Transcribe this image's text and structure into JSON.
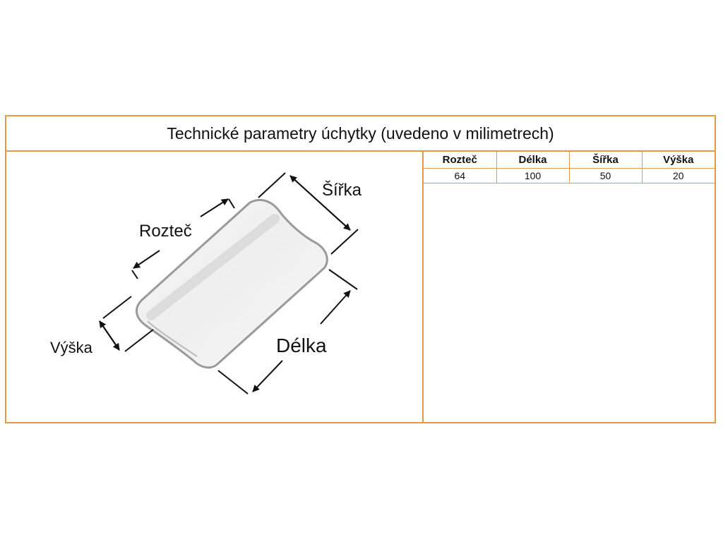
{
  "title": "Technické parametry úchytky (uvedeno v milimetrech)",
  "diagram_labels": {
    "roztec": "Rozteč",
    "sirka": "Šířka",
    "vyska": "Výška",
    "delka": "Délka"
  },
  "table": {
    "headers": [
      "Rozteč",
      "Délka",
      "Šířka",
      "Výška"
    ],
    "values": [
      "64",
      "100",
      "50",
      "20"
    ]
  },
  "colors": {
    "border": "#e09a4a",
    "outline": "#9a9a9a"
  }
}
